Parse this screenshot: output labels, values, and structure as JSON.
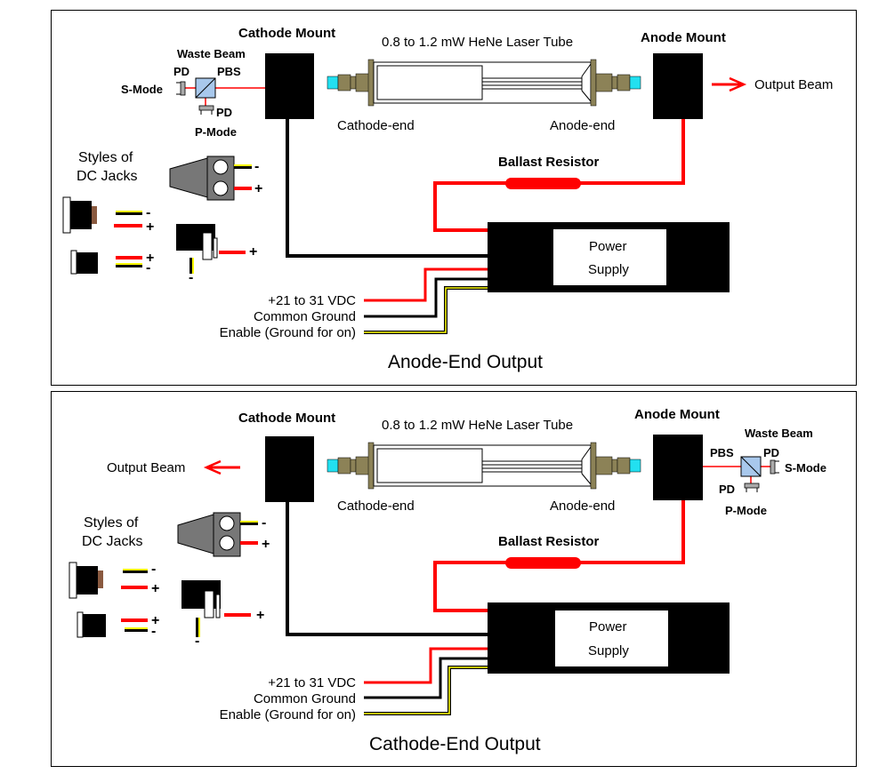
{
  "panels": [
    {
      "caption": "Anode-End Output",
      "cathode_mount": "Cathode Mount",
      "anode_mount": "Anode Mount",
      "tube_title": "0.8 to 1.2 mW HeNe Laser Tube",
      "cathode_end": "Cathode-end",
      "anode_end": "Anode-end",
      "output_beam": "Output Beam",
      "output_side": "anode",
      "ballast": "Ballast Resistor",
      "psu_line1": "Power",
      "psu_line2": "Supply",
      "wires": [
        "+21 to 31 VDC",
        "Common Ground",
        "Enable (Ground for on)"
      ],
      "waste": {
        "title": "Waste Beam",
        "pbs": "PBS",
        "pd_s": "PD",
        "pd_p": "PD",
        "s_mode": "S-Mode",
        "p_mode": "P-Mode"
      },
      "jacks": {
        "title1": "Styles of",
        "title2": "DC Jacks",
        "minus": "-",
        "plus": "+"
      }
    },
    {
      "caption": "Cathode-End Output",
      "cathode_mount": "Cathode Mount",
      "anode_mount": "Anode Mount",
      "tube_title": "0.8 to 1.2 mW HeNe Laser Tube",
      "cathode_end": "Cathode-end",
      "anode_end": "Anode-end",
      "output_beam": "Output Beam",
      "output_side": "cathode",
      "ballast": "Ballast Resistor",
      "psu_line1": "Power",
      "psu_line2": "Supply",
      "wires": [
        "+21 to 31 VDC",
        "Common Ground",
        "Enable (Ground for on)"
      ],
      "waste": {
        "title": "Waste Beam",
        "pbs": "PBS",
        "pd_s": "PD",
        "pd_p": "PD",
        "s_mode": "S-Mode",
        "p_mode": "P-Mode"
      },
      "jacks": {
        "title1": "Styles of",
        "title2": "DC Jacks",
        "minus": "-",
        "plus": "+"
      }
    }
  ],
  "colors": {
    "red_wire": "#ff0000",
    "black_wire": "#000000",
    "yellow_wire": "#ffff00",
    "tube_fitting": "#8c8257",
    "window": "#22e0f0",
    "pbs_cube": "#a8c8ec",
    "jack_gray": "#777777"
  }
}
